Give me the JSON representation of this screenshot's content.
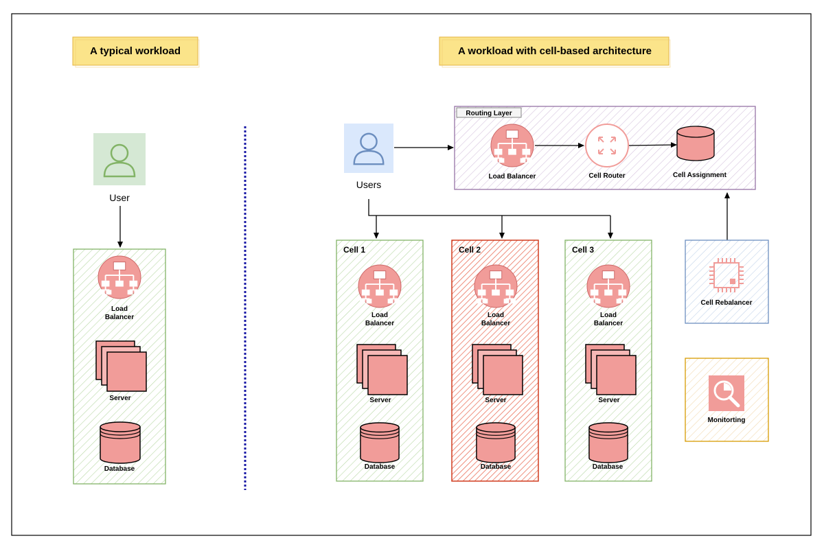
{
  "left": {
    "title": "A typical workload",
    "user_label": "User",
    "load_balancer": [
      "Load",
      "Balancer"
    ],
    "server": "Server",
    "database": "Database"
  },
  "right": {
    "title": "A workload with cell-based architecture",
    "users_label": "Users",
    "routing_layer": {
      "label": "Routing Layer",
      "load_balancer": "Load Balancer",
      "cell_router": "Cell Router",
      "cell_assignment": "Cell Assignment"
    },
    "cells": [
      {
        "name": "Cell 1",
        "load_balancer": [
          "Load",
          "Balancer"
        ],
        "server": "Server",
        "database": "Database"
      },
      {
        "name": "Cell 2",
        "load_balancer": [
          "Load",
          "Balancer"
        ],
        "server": "Server",
        "database": "Database"
      },
      {
        "name": "Cell 3",
        "load_balancer": [
          "Load",
          "Balancer"
        ],
        "server": "Server",
        "database": "Database"
      }
    ],
    "cell_rebalancer": "Cell Rebalancer",
    "monitoring": "Monitorting"
  },
  "colors": {
    "title_fill": "#fbe48a",
    "title_border": "#e3b341",
    "green": "#82b366",
    "red": "#d13c1f",
    "purple": "#9673a6",
    "blue": "#6c8ebf",
    "orange": "#d79b00",
    "salmon": "#f19c99",
    "divider": "#1a1aa6"
  }
}
